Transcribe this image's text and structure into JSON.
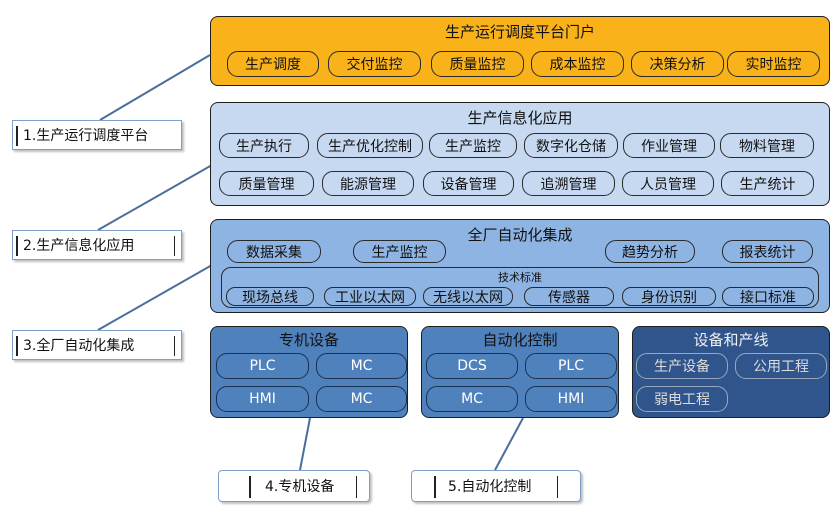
{
  "colors": {
    "portal": "#F9B21A",
    "info": "#C6D9F1",
    "automation": "#8EB4E3",
    "blue_box": "#4F81BD",
    "dark_box": "#30558C"
  },
  "portal": {
    "title": "生产运行调度平台门户",
    "items": [
      "生产调度",
      "交付监控",
      "质量监控",
      "成本监控",
      "决策分析",
      "实时监控"
    ]
  },
  "info_app": {
    "title": "生产信息化应用",
    "row1": [
      "生产执行",
      "生产优化控制",
      "生产监控",
      "数字化仓储",
      "作业管理",
      "物料管理"
    ],
    "row2": [
      "质量管理",
      "能源管理",
      "设备管理",
      "追溯管理",
      "人员管理",
      "生产统计"
    ]
  },
  "automation": {
    "title": "全厂自动化集成",
    "items": [
      "数据采集",
      "生产监控",
      "趋势分析",
      "报表统计"
    ],
    "tech_title": "技术标准",
    "tech_items": [
      "现场总线",
      "工业以太网",
      "无线以太网",
      "传感器",
      "身份识别",
      "接口标准"
    ]
  },
  "special_equipment": {
    "title": "专机设备",
    "items": [
      "PLC",
      "MC",
      "HMI",
      "MC"
    ]
  },
  "automation_control": {
    "title": "自动化控制",
    "items": [
      "DCS",
      "PLC",
      "MC",
      "HMI"
    ]
  },
  "equipment_line": {
    "title": "设备和产线",
    "items": [
      "生产设备",
      "公用工程",
      "弱电工程"
    ]
  },
  "labels": {
    "l1": "1.生产运行调度平台",
    "l2": "2.生产信息化应用",
    "l3": "3.全厂自动化集成",
    "l4": "4.专机设备",
    "l5": "5.自动化控制"
  }
}
